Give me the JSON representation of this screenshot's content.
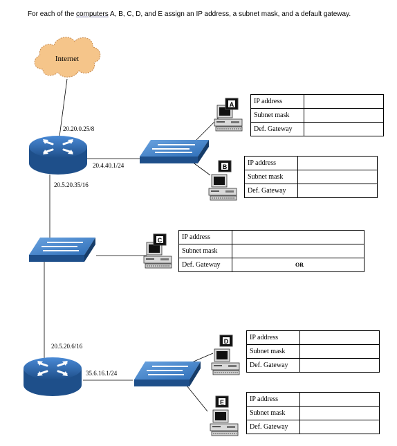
{
  "instruction": {
    "before": "For each of the ",
    "underlined": "computers",
    "after": " A, B, C, D, and E assign an IP address, a subnet mask, and a default gateway."
  },
  "cloud_label": "Internet",
  "labels": {
    "r1_top": "20.20.0.25/8",
    "r1_right": "20.4.40.1/24",
    "r1_bottom": "20.5.20.35/16",
    "r2_top": "20.5.20.6/16",
    "r2_right": "35.6.16.1/24"
  },
  "computers": {
    "A": {
      "letter": "A",
      "rows": [
        {
          "label": "IP address",
          "value": ""
        },
        {
          "label": "Subnet mask",
          "value": ""
        },
        {
          "label": "Def. Gateway",
          "value": ""
        }
      ]
    },
    "B": {
      "letter": "B",
      "rows": [
        {
          "label": "IP address",
          "value": ""
        },
        {
          "label": "Subnet mask",
          "value": ""
        },
        {
          "label": "Def. Gateway",
          "value": ""
        }
      ]
    },
    "C": {
      "letter": "C",
      "rows": [
        {
          "label": "IP address",
          "value": ""
        },
        {
          "label": "Subnet mask",
          "value": ""
        },
        {
          "label": "Def. Gateway",
          "value": "OR"
        }
      ]
    },
    "D": {
      "letter": "D",
      "rows": [
        {
          "label": "IP address",
          "value": ""
        },
        {
          "label": "Subnet mask",
          "value": ""
        },
        {
          "label": "Def. Gateway",
          "value": ""
        }
      ]
    },
    "E": {
      "letter": "E",
      "rows": [
        {
          "label": "IP address",
          "value": ""
        },
        {
          "label": "Subnet mask",
          "value": ""
        },
        {
          "label": "Def. Gateway",
          "value": ""
        }
      ]
    }
  },
  "colors": {
    "cloud_fill": "#f5c58a",
    "device_blue": "#2f6fb8",
    "device_dark": "#1e4f8a"
  }
}
